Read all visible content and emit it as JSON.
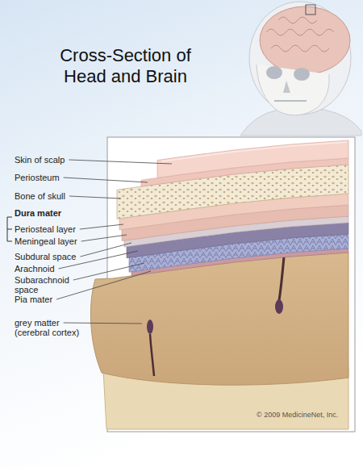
{
  "diagram": {
    "title": "Cross-Section of Head and Brain",
    "labels": [
      "Skin of scalp",
      "Periosteum",
      "Bone of skull",
      "Dura mater",
      "Periosteal layer",
      "Meningeal layer",
      "Subdural space",
      "Arachnoid",
      "Subarachnoid space",
      "Pia mater",
      "grey matter (cerebral cortex)",
      "© 2009 MedicineNet, Inc."
    ]
  }
}
